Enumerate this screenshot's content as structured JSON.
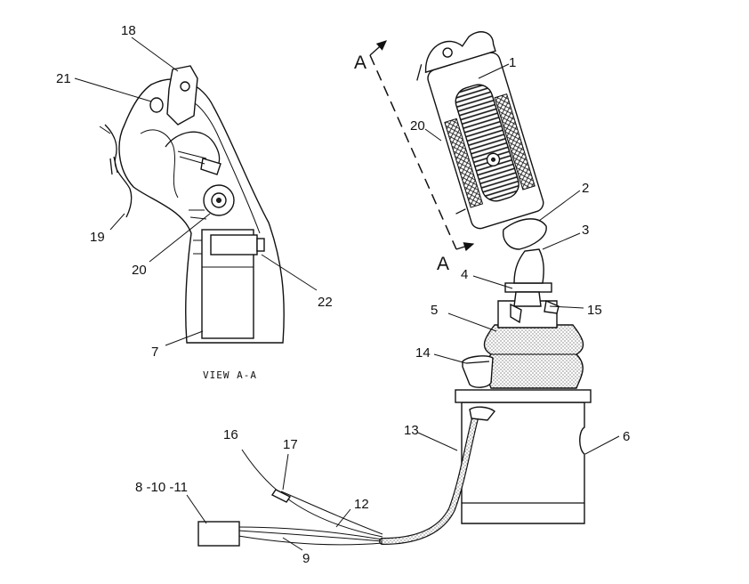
{
  "diagram": {
    "view_caption": "VIEW  A-A",
    "section_letters": [
      "A",
      "A"
    ],
    "callouts": [
      {
        "id": "c1",
        "text": "1"
      },
      {
        "id": "c2",
        "text": "2"
      },
      {
        "id": "c3",
        "text": "3"
      },
      {
        "id": "c4",
        "text": "4"
      },
      {
        "id": "c5",
        "text": "5"
      },
      {
        "id": "c6",
        "text": "6"
      },
      {
        "id": "c7",
        "text": "7"
      },
      {
        "id": "c8",
        "text": "8 -10 -11"
      },
      {
        "id": "c9",
        "text": "9"
      },
      {
        "id": "c12",
        "text": "12"
      },
      {
        "id": "c13",
        "text": "13"
      },
      {
        "id": "c14",
        "text": "14"
      },
      {
        "id": "c15",
        "text": "15"
      },
      {
        "id": "c16",
        "text": "16"
      },
      {
        "id": "c17",
        "text": "17"
      },
      {
        "id": "c18",
        "text": "18"
      },
      {
        "id": "c19",
        "text": "19"
      },
      {
        "id": "c20a",
        "text": "20"
      },
      {
        "id": "c20b",
        "text": "20"
      },
      {
        "id": "c21",
        "text": "21"
      },
      {
        "id": "c22",
        "text": "22"
      }
    ]
  }
}
